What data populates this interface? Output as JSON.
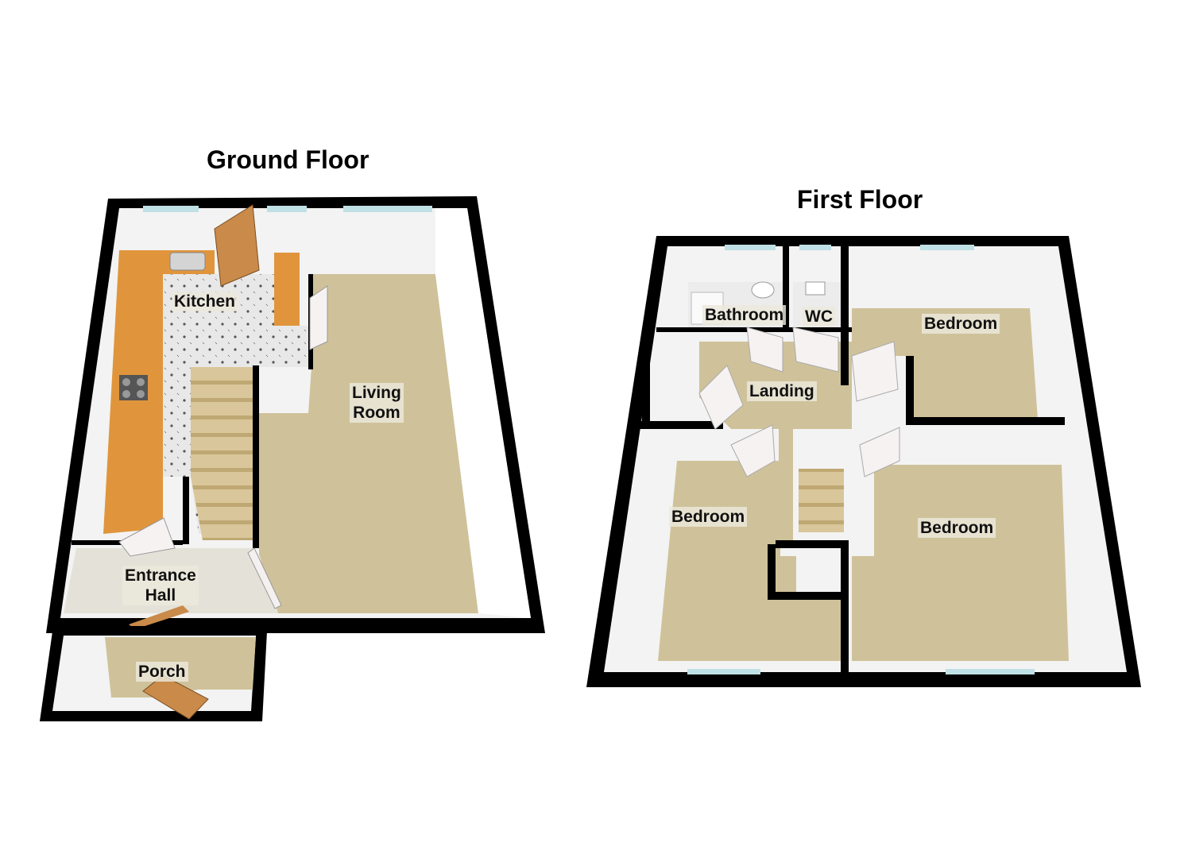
{
  "ground_floor": {
    "title": "Ground Floor",
    "rooms": {
      "kitchen": "Kitchen",
      "living_room": "Living\nRoom",
      "entrance_hall": "Entrance\nHall",
      "porch": "Porch"
    }
  },
  "first_floor": {
    "title": "First Floor",
    "rooms": {
      "bathroom": "Bathroom",
      "wc": "WC",
      "bedroom_rear": "Bedroom",
      "landing": "Landing",
      "bedroom_left": "Bedroom",
      "bedroom_right": "Bedroom"
    }
  },
  "colors": {
    "wall": "#000000",
    "carpet": "#cfc29a",
    "kitchen_floor": "#e6e6e6",
    "worktop": "#e0953c",
    "inner_wall": "#f2f2f2",
    "window": "#bfe0e4",
    "door": "#c98a4a"
  }
}
